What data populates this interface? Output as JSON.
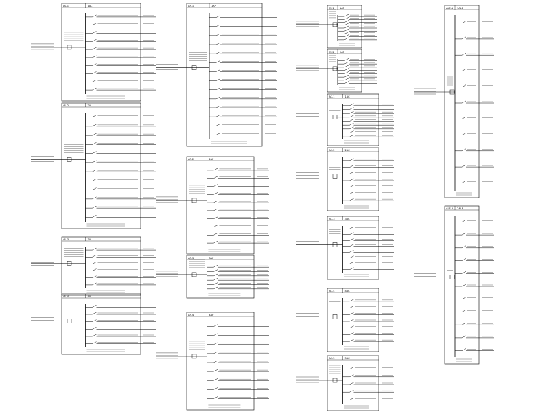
{
  "panels": [
    {
      "title": "AL-1",
      "tag": "1AL",
      "feeders": 10
    },
    {
      "title": "AL-2",
      "tag": "2AL",
      "feeders": 12
    },
    {
      "title": "AL-3",
      "tag": "3AL",
      "feeders": 6
    },
    {
      "title": "AL-4",
      "tag": "4AL",
      "feeders": 6
    },
    {
      "title": "AP-1",
      "tag": "1AP",
      "feeders": 14
    },
    {
      "title": "AP-2",
      "tag": "2AP",
      "feeders": 10
    },
    {
      "title": "AP-3",
      "tag": "3AP",
      "feeders": 6
    },
    {
      "title": "AP-4",
      "tag": "4AP",
      "feeders": 9
    },
    {
      "title": "AT-1",
      "tag": "1AT",
      "feeders": 9
    },
    {
      "title": "AT-2",
      "tag": "2AT",
      "feeders": 8
    },
    {
      "title": "AC-1",
      "tag": "1AC",
      "feeders": 9
    },
    {
      "title": "AC-2",
      "tag": "2AC",
      "feeders": 7
    },
    {
      "title": "AC-3",
      "tag": "3AC",
      "feeders": 8
    },
    {
      "title": "AC-4",
      "tag": "4AC",
      "feeders": 7
    },
    {
      "title": "AC-5",
      "tag": "5AC",
      "feeders": 5
    },
    {
      "title": "ALE-1",
      "tag": "1ALE",
      "feeders": 11
    },
    {
      "title": "ALE-2",
      "tag": "2ALE",
      "feeders": 11
    }
  ]
}
